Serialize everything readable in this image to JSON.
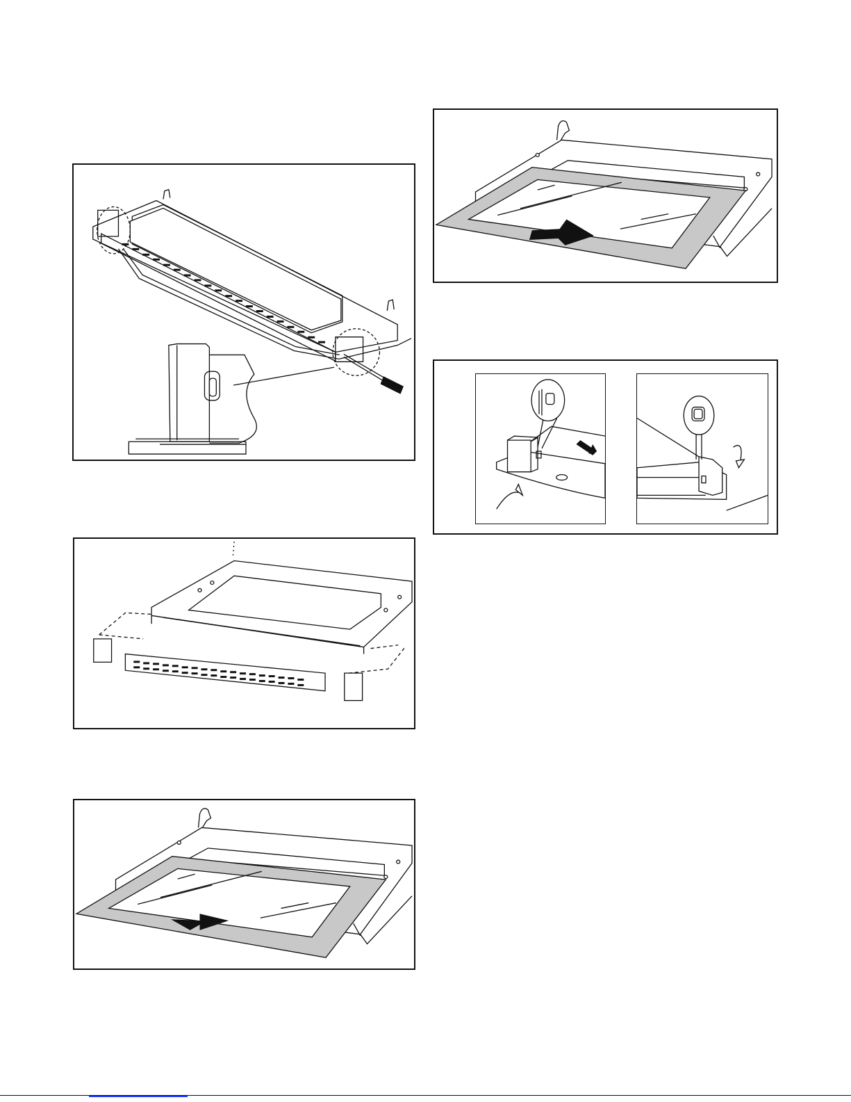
{
  "document": {
    "colors": {
      "ink": "#111111",
      "glass_band": "#c8c8c8",
      "paper": "#ffffff",
      "footer_link": "#1a3cff"
    },
    "figures": [
      {
        "id": "fig-door-tilt",
        "depicts": "door-assembly-with-screwdriver"
      },
      {
        "id": "fig-exploded",
        "depicts": "door-frame-exploded-view"
      },
      {
        "id": "fig-glass-out",
        "depicts": "glass-panel-slide-out-arrow"
      },
      {
        "id": "fig-glass-in",
        "depicts": "glass-panel-slide-in-arrow"
      },
      {
        "id": "fig-caps",
        "depicts": "end-cap-rotation-detail"
      }
    ]
  }
}
